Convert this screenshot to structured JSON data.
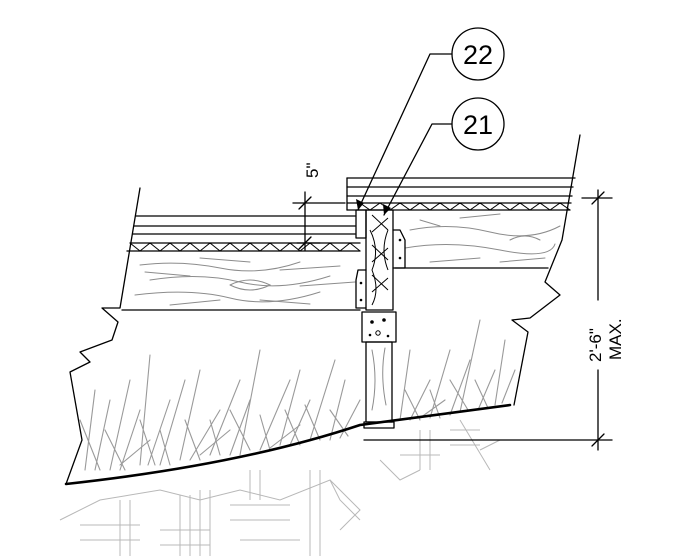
{
  "callouts": {
    "callout_22": "22",
    "callout_21": "21"
  },
  "dimensions": {
    "height_offset": "5\"",
    "max_height": "2'-6\"",
    "max_label": "MAX."
  }
}
